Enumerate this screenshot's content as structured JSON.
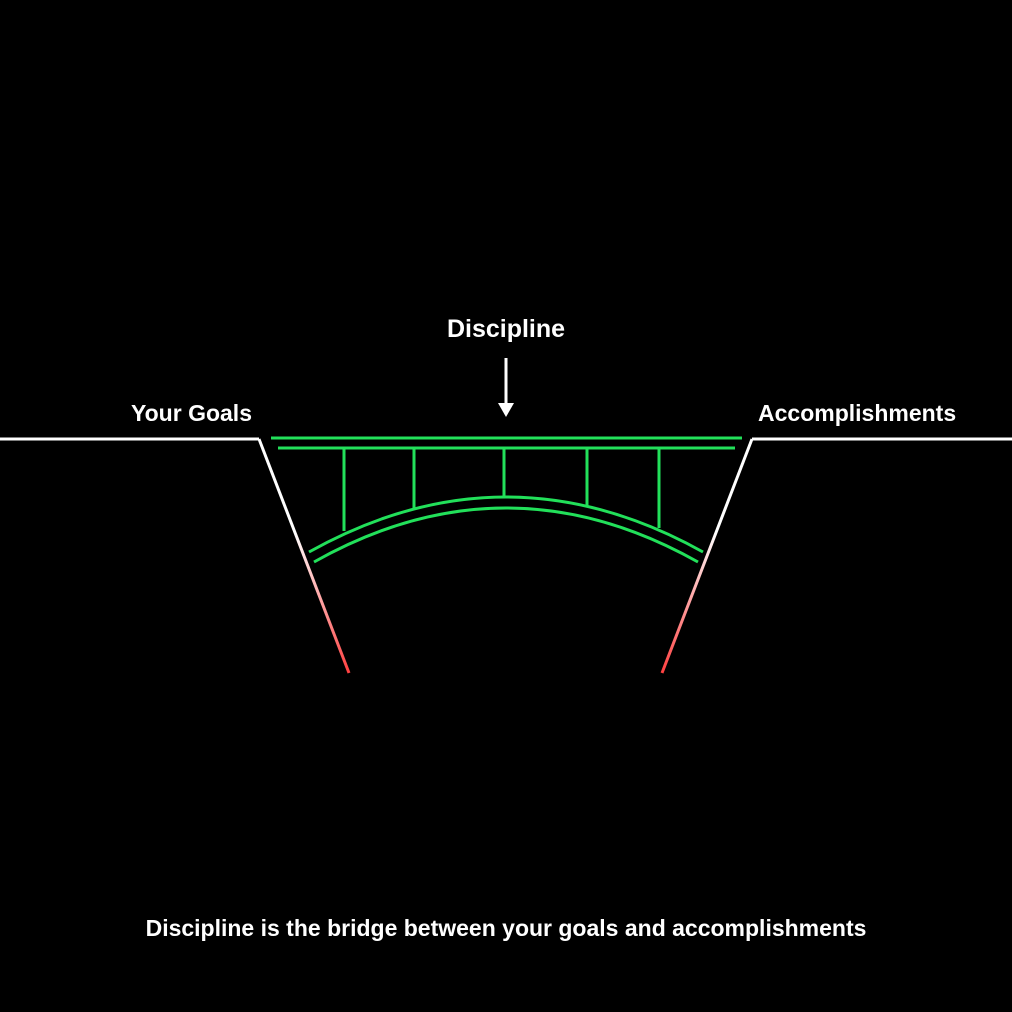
{
  "labels": {
    "top": "Discipline",
    "left": "Your Goals",
    "right": "Accomplishments"
  },
  "caption": "Discipline is the bridge between your goals and accomplishments",
  "colors": {
    "background": "#000000",
    "text": "#ffffff",
    "ground": "#ffffff",
    "bridge": "#22e05a",
    "cliff_bottom": "#ff4040"
  }
}
